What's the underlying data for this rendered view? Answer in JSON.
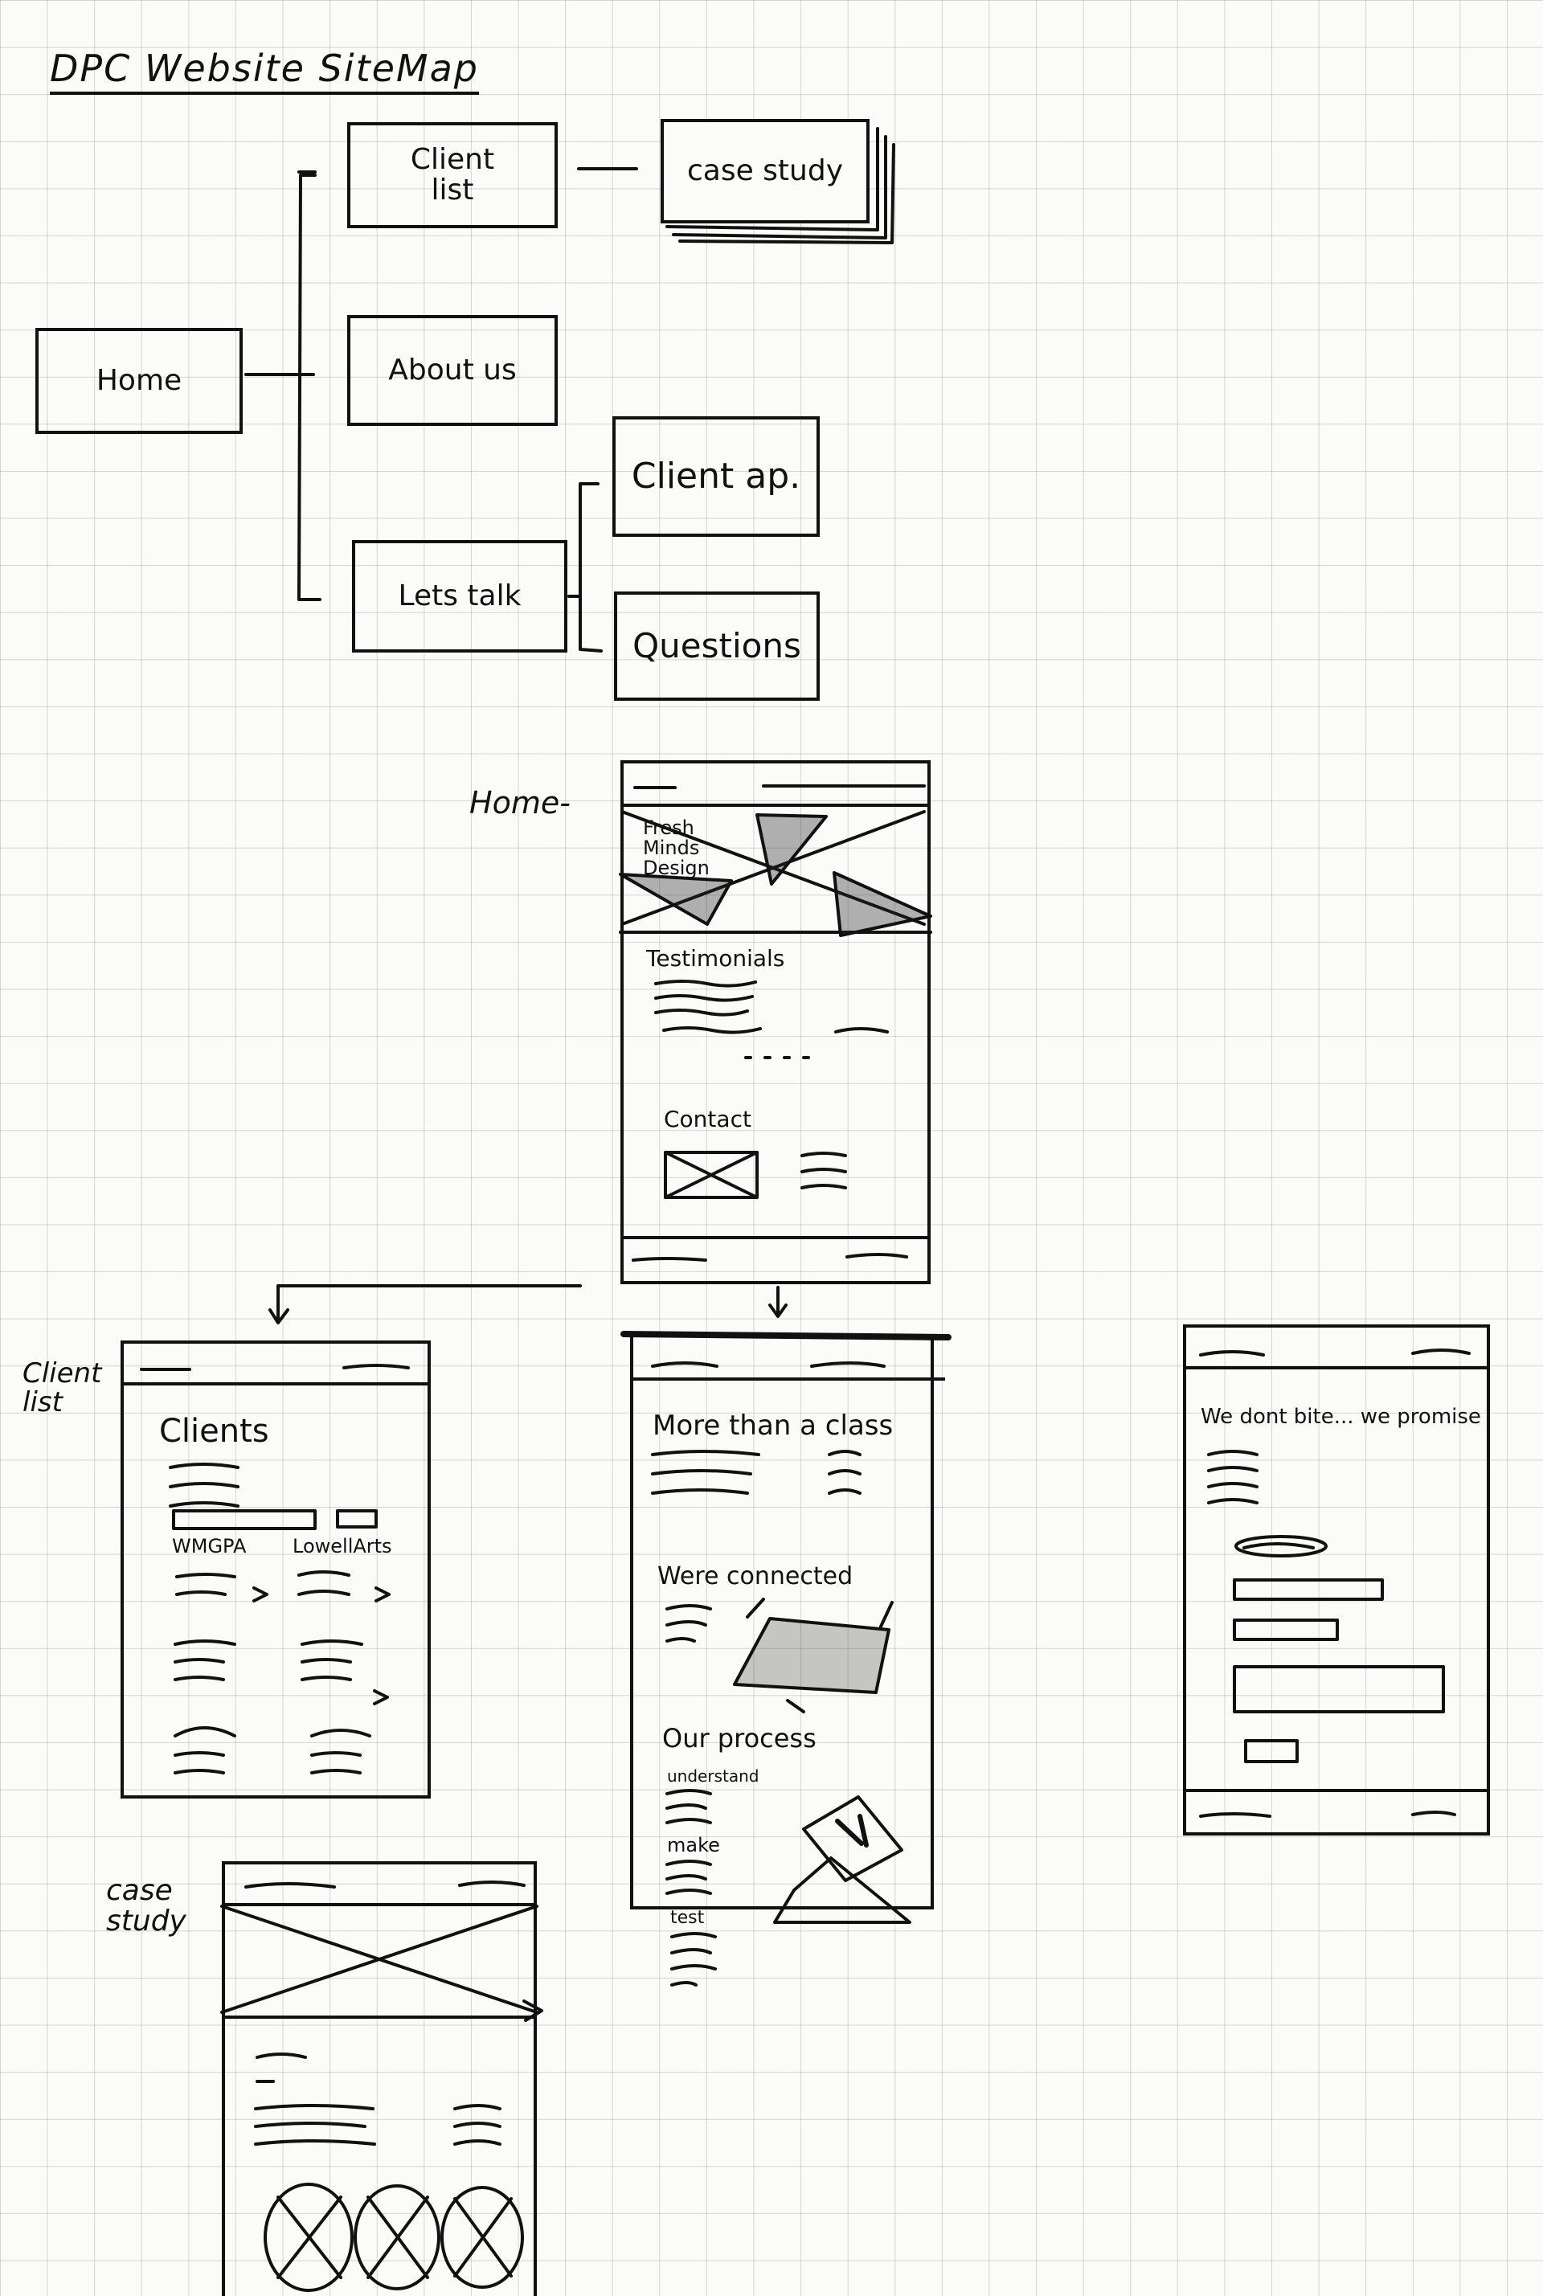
{
  "title": "DPC Website SiteMap",
  "sitemap": {
    "home": "Home",
    "client_list": "Client\nlist",
    "case_study": "case study",
    "about_us": "About us",
    "lets_talk": "Lets talk",
    "client_ap": "Client ap.",
    "questions": "Questions"
  },
  "wireframe_labels": {
    "home": "Home-",
    "client_list": "Client\nlist",
    "case_study": "case\nstudy"
  },
  "home_wireframe": {
    "hero": "Fresh\nMinds\nDesign",
    "testimonials": "Testimonials",
    "contact": "Contact"
  },
  "clients_wireframe": {
    "heading": "Clients",
    "client_1": "WMGPA",
    "client_2": "LowellArts"
  },
  "about_wireframe": {
    "heading": "More than a class",
    "connected": "Were connected",
    "process": "Our process",
    "step_1": "understand",
    "step_2": "make",
    "step_3": "test"
  },
  "talk_wireframe": {
    "heading": "We dont bite... we promise"
  }
}
